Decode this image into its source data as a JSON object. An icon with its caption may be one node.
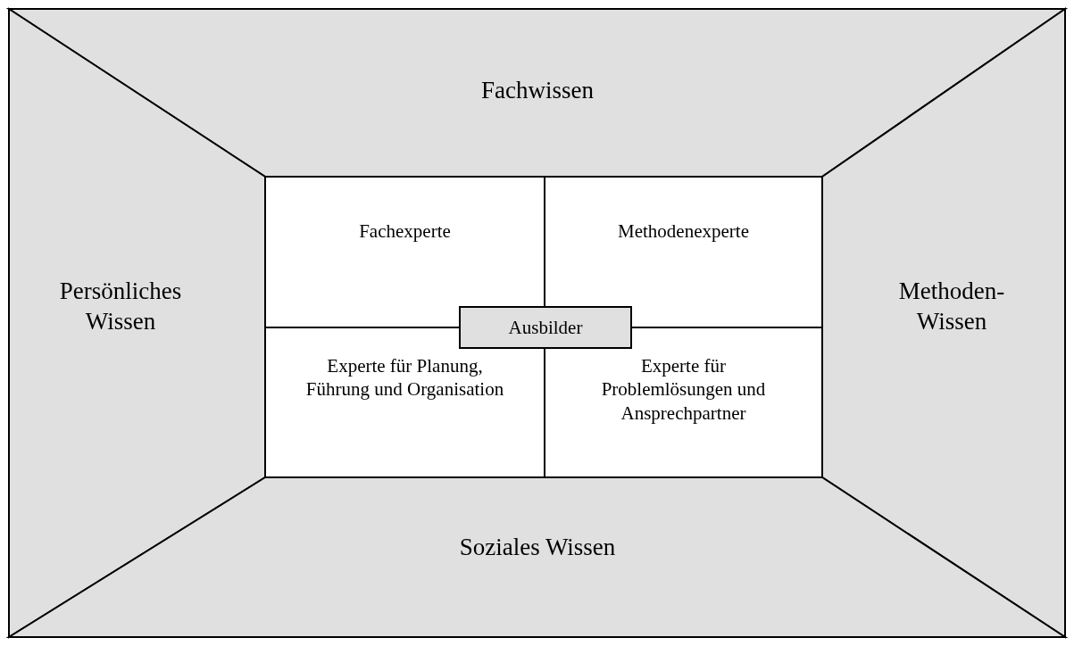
{
  "diagram": {
    "nodes": [
      {
        "text": [
          "Fachwissen"
        ]
      },
      {
        "text": [
          "Persönliches Wissen"
        ]
      },
      {
        "text": [
          "Methoden-Wissen"
        ]
      },
      {
        "text": [
          "Soziales Wissen"
        ]
      },
      {
        "text": [
          "Fachexperte"
        ]
      },
      {
        "text": [
          "Methodenexperte"
        ]
      },
      {
        "text": [
          "Experte für Planung, Führung und Organisation"
        ]
      },
      {
        "text": [
          "Experte für Problemlösungen und Ansprechpartner"
        ]
      },
      {
        "text": [
          "Ausbilder"
        ]
      }
    ]
  }
}
